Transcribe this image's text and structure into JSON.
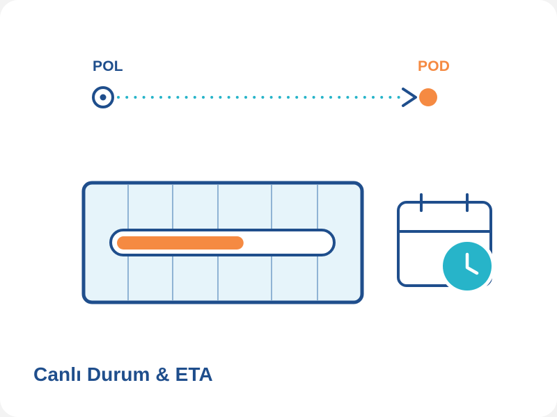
{
  "route": {
    "origin_label": "POL",
    "destination_label": "POD"
  },
  "shipment": {
    "progress": 0.6
  },
  "caption": {
    "text": "Canlı Durum & ETA"
  },
  "colors": {
    "navy": "#1f4e8c",
    "orange": "#f58a42",
    "teal": "#27b4c9",
    "container_fill": "#e6f4fa",
    "container_ribs": "#8fb3d4",
    "background": "#f3f3f3",
    "card": "#ffffff"
  },
  "icons": {
    "origin": "origin-target-icon",
    "destination": "destination-dot-icon",
    "arrow": "arrow-head-icon",
    "container": "shipping-container-icon",
    "calendar": "calendar-icon",
    "clock": "clock-icon"
  }
}
